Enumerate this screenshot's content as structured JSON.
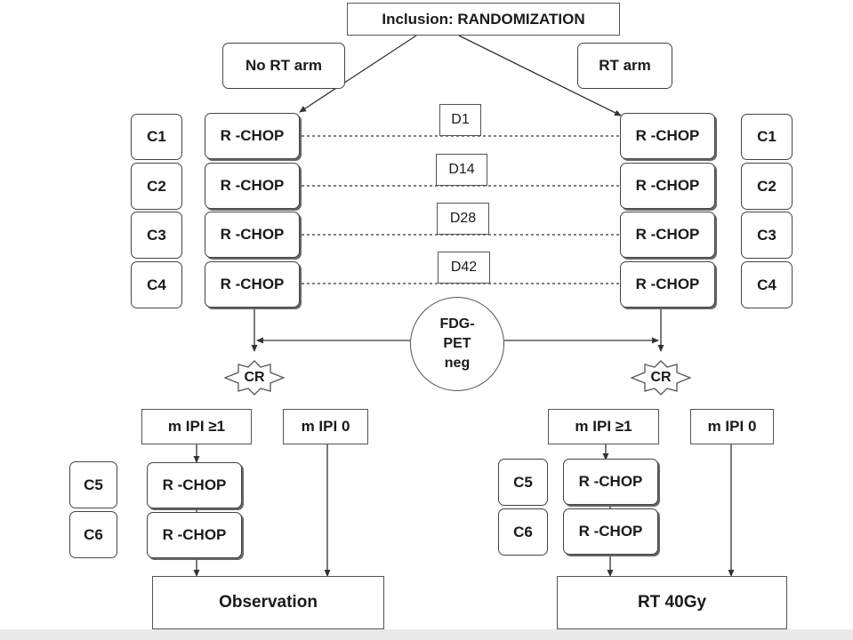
{
  "inclusion": "Inclusion:  RANDOMIZATION",
  "arms": {
    "no_rt": "No RT arm",
    "rt": "RT arm"
  },
  "days": [
    "D1",
    "D14",
    "D28",
    "D42"
  ],
  "cycles": [
    "C1",
    "C2",
    "C3",
    "C4"
  ],
  "cycles_extra": [
    "C5",
    "C6"
  ],
  "regimen": "R -CHOP",
  "pet": "FDG-\nPET\nneg",
  "response": "CR",
  "ipi_high": "m IPI ≥1",
  "ipi_zero": "m IPI 0",
  "outcome_no_rt": "Observation",
  "outcome_rt": "RT 40Gy",
  "colors": {
    "line": "#333333",
    "border": "#555555",
    "text": "#1a1a1a"
  }
}
